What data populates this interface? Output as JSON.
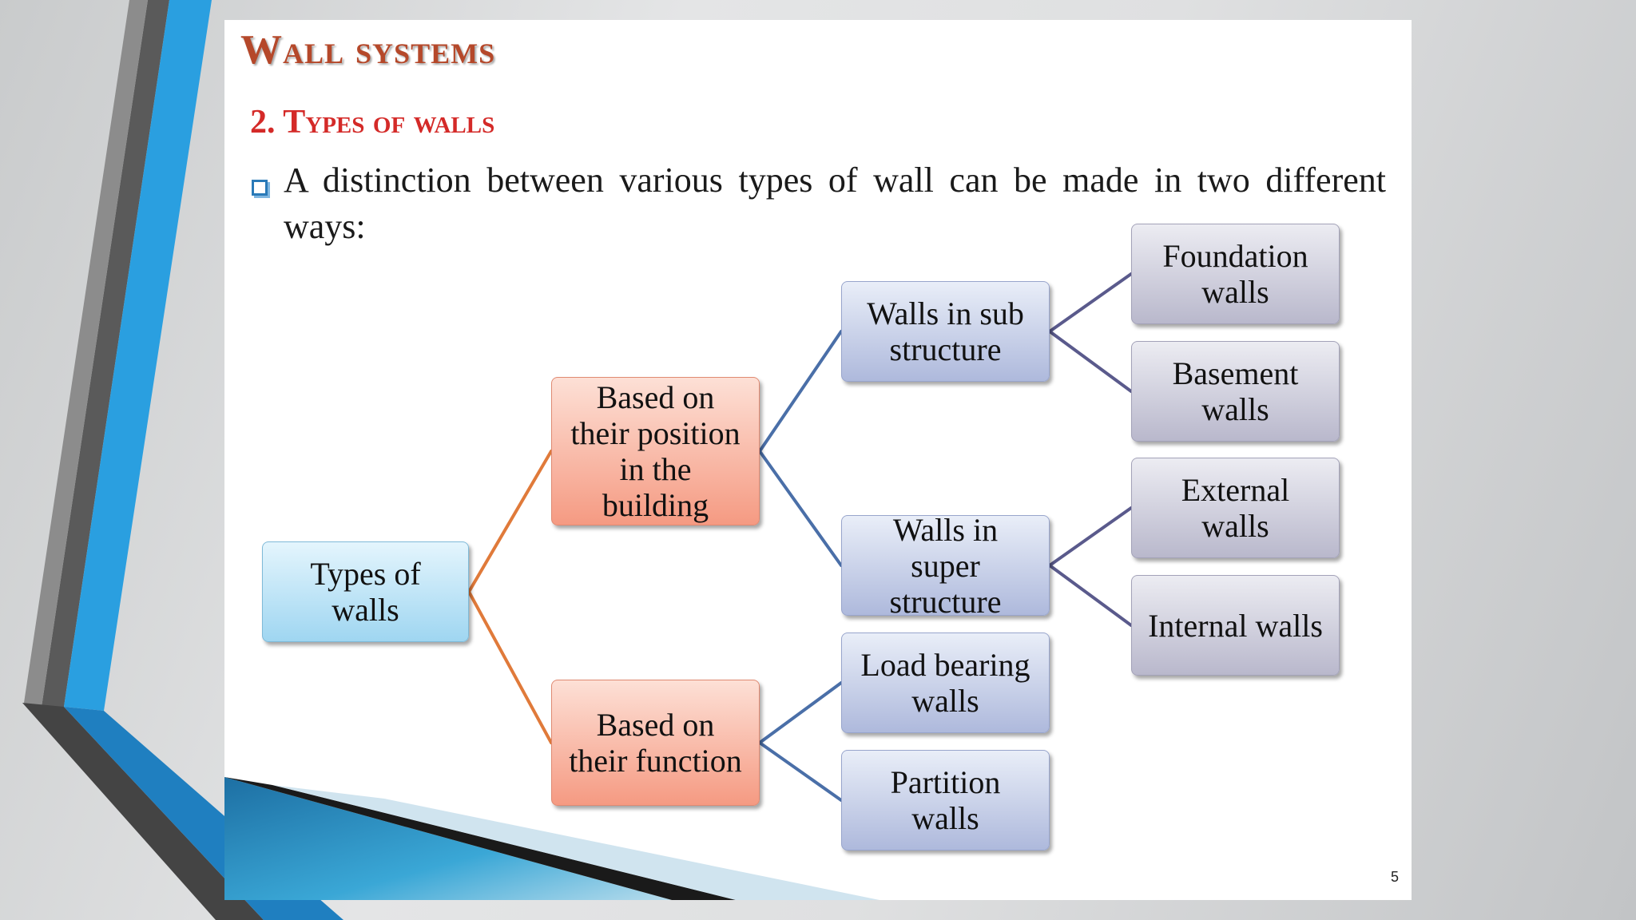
{
  "slide": {
    "title": "Wall systems",
    "subtitle": "2. Types of walls",
    "bullet": "A distinction between various types of wall can be made in two different ways:",
    "page_number": "5"
  },
  "diagram": {
    "root": [
      "Types of",
      "walls"
    ],
    "position_branch": [
      "Based on",
      "their position",
      "in the",
      "building"
    ],
    "function_branch": [
      "Based on",
      "their function"
    ],
    "sub_structure": [
      "Walls in sub",
      "structure"
    ],
    "super_structure": [
      "Walls in",
      "super",
      "structure"
    ],
    "load_bearing": [
      "Load bearing",
      "walls"
    ],
    "partition": [
      "Partition",
      "walls"
    ],
    "foundation": [
      "Foundation",
      "walls"
    ],
    "basement": [
      "Basement",
      "walls"
    ],
    "external": [
      "External",
      "walls"
    ],
    "internal": [
      "Internal walls"
    ]
  },
  "colors": {
    "title": "#b5482a",
    "subtitle": "#d42a28",
    "connector_orange": "#e07a3a",
    "connector_blue": "#4a6fa8",
    "connector_purple": "#5a5a8c",
    "accent_blue": "#2a9fe0"
  }
}
